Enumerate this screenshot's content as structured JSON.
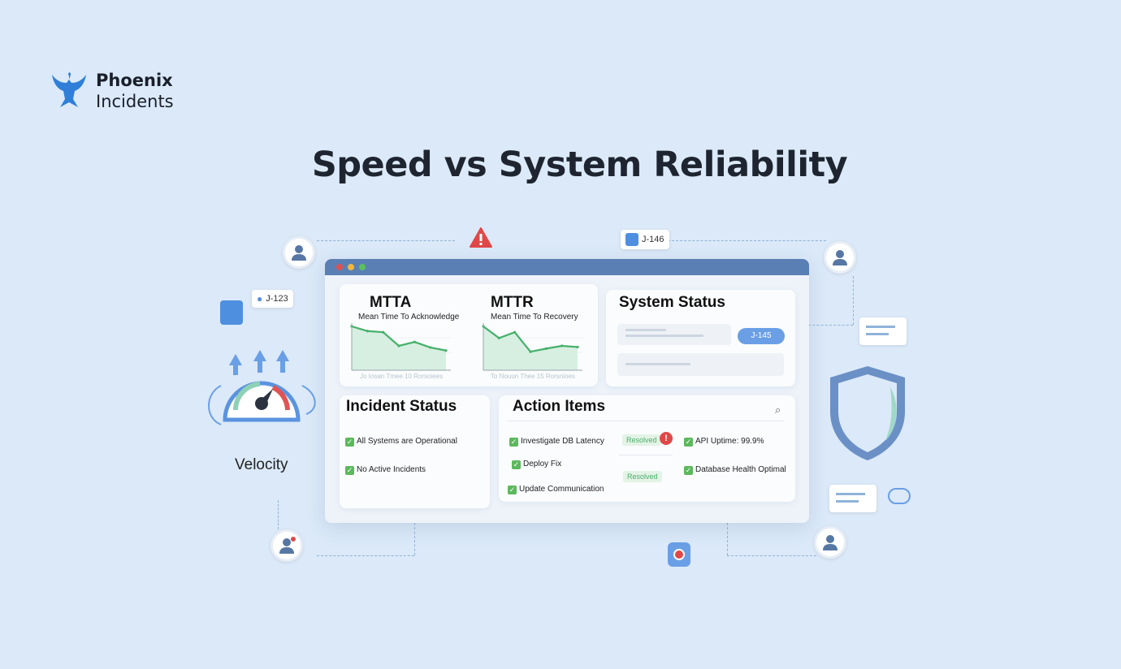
{
  "brand": {
    "name_line1": "Phoenix",
    "name_line2": "Incidents",
    "color": "#2f7fd8"
  },
  "title": "Speed vs System Reliability",
  "velocity": {
    "label": "Velocity"
  },
  "tickets": {
    "left": "J-123",
    "top": "J-146",
    "status": "J-145"
  },
  "mtta": {
    "title": "MTTA",
    "subtitle": "Mean Time To Acknowledge",
    "caption": "Jo Iosan Tmee 10 Rorsoiees",
    "values": [
      10,
      8.8,
      8.5,
      5,
      6,
      4.6,
      3.8
    ]
  },
  "mttr": {
    "title": "MTTR",
    "subtitle": "Mean Time To Recovery",
    "caption": "To Nouun Thee 15 Rorsnioes",
    "values": [
      10,
      7,
      8.5,
      3.5,
      4.3,
      5,
      4.7
    ]
  },
  "system_status": {
    "title": "System Status"
  },
  "incident_status": {
    "title": "Incident Status",
    "items": [
      "All Systems are Operational",
      "No Active Incidents"
    ]
  },
  "action_items": {
    "title": "Action Items",
    "items": [
      "Investigate DB Latency",
      "Deploy Fix",
      "Update Communication"
    ],
    "badges": [
      "Resolved",
      "Resolved"
    ],
    "health": [
      "API Uptime: 99.9%",
      "Database Health Optimal"
    ]
  },
  "colors": {
    "background": "#dbe9f8",
    "accent": "#4f7fc0",
    "success": "#4caf6a",
    "alert": "#e04848"
  }
}
